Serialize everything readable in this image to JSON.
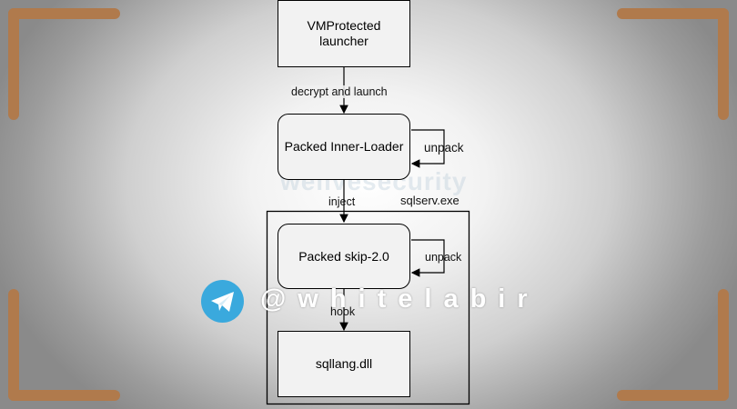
{
  "nodes": {
    "launcher": "VMProtected\nlauncher",
    "inner_loader": "Packed Inner-Loader",
    "skip": "Packed skip-2.0",
    "dll": "sqllang.dll"
  },
  "edges": {
    "decrypt": "decrypt and launch",
    "inject": "inject",
    "hook": "hook",
    "unpack1": "unpack",
    "unpack2": "unpack"
  },
  "container_label": "sqlserv.exe",
  "watermark": "welivesecurity",
  "overlay": {
    "handle": "@whitelabir",
    "icon": "telegram-icon"
  },
  "colors": {
    "frame_corner": "#b07a4c",
    "telegram_blue": "#3aa9dd"
  }
}
